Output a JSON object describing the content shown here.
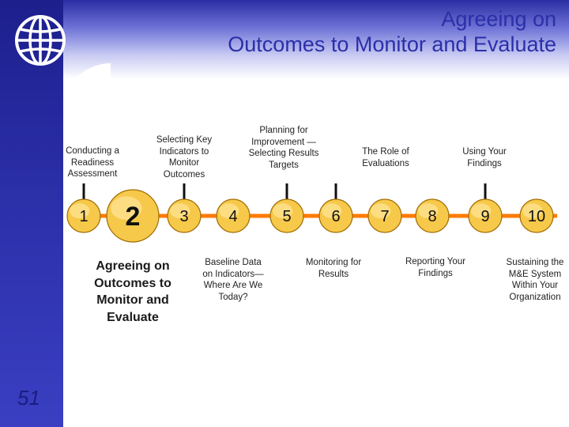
{
  "title": {
    "line1": "Agreeing on",
    "line2": "Outcomes to Monitor and Evaluate"
  },
  "page_number": "51",
  "logo": "globe-icon",
  "colors": {
    "brand_blue": "#2b2fa8",
    "axis": "#ff7a00",
    "node_fill": "#f7c94a",
    "node_stroke": "#a06a00"
  },
  "steps": [
    {
      "number": "1",
      "label": "Conducting a Readiness Assessment"
    },
    {
      "number": "2",
      "label": "Agreeing on Outcomes to Monitor and Evaluate"
    },
    {
      "number": "3",
      "label": "Selecting Key Indicators to Monitor Outcomes"
    },
    {
      "number": "4",
      "label": "Baseline Data on Indicators— Where Are We Today?"
    },
    {
      "number": "5",
      "label": "Planning for Improvement — Selecting Results Targets"
    },
    {
      "number": "6",
      "label": "The Role of Evaluations"
    },
    {
      "number": "7",
      "label": "Monitoring for Results"
    },
    {
      "number": "8",
      "label": "Reporting Your Findings"
    },
    {
      "number": "9",
      "label": "Using Your Findings"
    },
    {
      "number": "10",
      "label": "Sustaining the M&E System Within Your Organization"
    }
  ],
  "highlighted_step": "2"
}
